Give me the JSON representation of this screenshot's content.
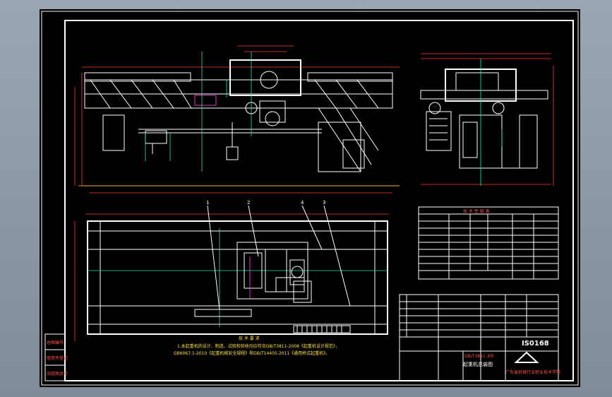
{
  "drawing": {
    "drawing_number": "IS0168",
    "product_name": "起重机总装图",
    "company": "广东省机械行业职业技术学院",
    "callouts": [
      "1",
      "2",
      "3",
      "4"
    ],
    "notes_title": "技 术 要 求",
    "notes_lines": [
      "1.本起重机的设计、制造、试验和验收均应符合GB/T3811-2008《起重机设计规范》，",
      "GB6067.1-2010《起重机械安全规程》和GB/T14405-2011《通用桥式起重机》。"
    ],
    "spec_table_title": "技 术 性 能 表",
    "sub_label": "GB/T3811 30t",
    "side_labels": [
      "总图编号",
      "借用件登记",
      "旧底图总号"
    ],
    "colors": {
      "lines": "#ffffff",
      "centerline": "#2ee6a0",
      "dimension": "#ff3b3b",
      "highlight": "#ff4fd8",
      "background": "#000000"
    }
  }
}
